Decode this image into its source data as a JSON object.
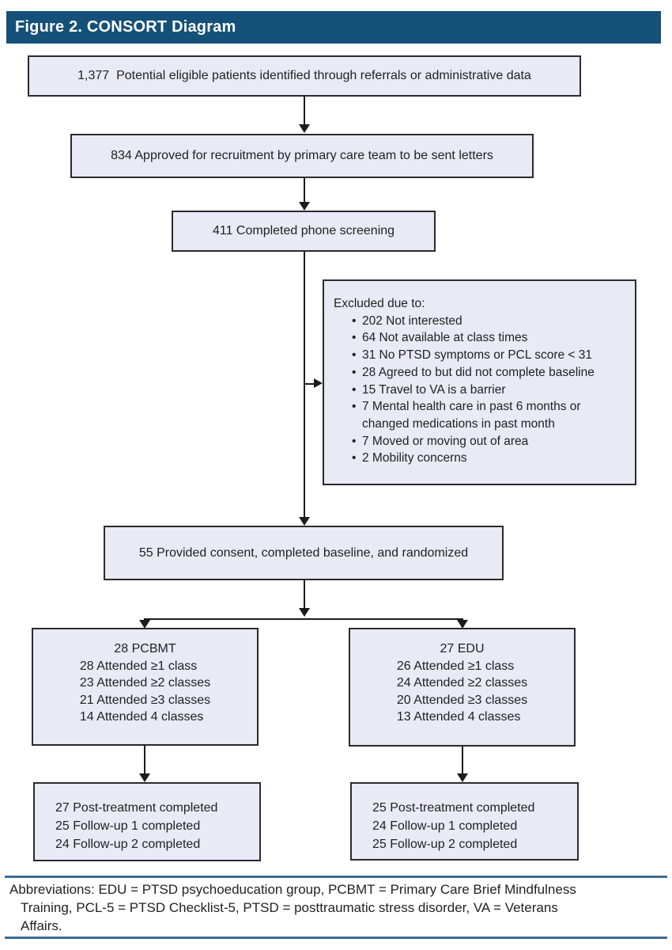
{
  "figure": {
    "title": "Figure 2. CONSORT Diagram"
  },
  "colors": {
    "header_bg": "#155079",
    "box_fill": "#e8eaf5",
    "box_border": "#2b2b2b",
    "arrow_line": "#1c1c1c",
    "footer_rule": "#3a6b96",
    "text": "#222222"
  },
  "flow": {
    "box_eligible": "1,377  Potential eligible patients identified through referrals or administrative data",
    "box_approved": "834 Approved for recruitment by primary care team to be sent letters",
    "box_phone": "411 Completed phone screening",
    "excluded": {
      "header": "Excluded due to:",
      "items": [
        "202 Not interested",
        "64 Not available at class times",
        "31 No PTSD symptoms or PCL score < 31",
        "28 Agreed to but did not complete baseline",
        "15 Travel to VA is a barrier",
        "7 Mental health care in past 6 months or changed medications in past month",
        "7 Moved or moving out of area",
        "2 Mobility concerns"
      ]
    },
    "box_randomized": "55 Provided consent, completed baseline, and randomized",
    "groups": [
      {
        "header": "28 PCBMT",
        "lines": [
          "28 Attended ≥1 class",
          "23 Attended ≥2 classes",
          "21 Attended ≥3 classes",
          "14 Attended 4 classes"
        ],
        "followup": [
          "27 Post-treatment completed",
          "25 Follow-up 1 completed",
          "24 Follow-up 2 completed"
        ]
      },
      {
        "header": "27 EDU",
        "lines": [
          "26 Attended ≥1 class",
          "24 Attended ≥2 classes",
          "20 Attended ≥3 classes",
          "13 Attended 4 classes"
        ],
        "followup": [
          "25 Post-treatment completed",
          "24 Follow-up 1 completed",
          "25 Follow-up 2 completed"
        ]
      }
    ]
  },
  "footer": {
    "lines": [
      "Abbreviations: EDU = PTSD psychoeducation group, PCBMT = Primary Care Brief Mindfulness",
      "Training, PCL-5 = PTSD Checklist-5, PTSD = posttraumatic stress disorder, VA = Veterans",
      "Affairs."
    ]
  }
}
